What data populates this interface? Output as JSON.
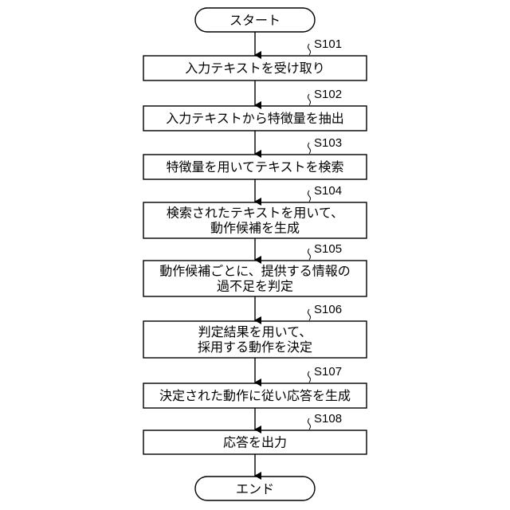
{
  "start": {
    "label": "スタート"
  },
  "end": {
    "label": "エンド"
  },
  "steps": [
    {
      "id": "S101",
      "lines": [
        "入力テキストを受け取り"
      ]
    },
    {
      "id": "S102",
      "lines": [
        "入力テキストから特徴量を抽出"
      ]
    },
    {
      "id": "S103",
      "lines": [
        "特徴量を用いてテキストを検索"
      ]
    },
    {
      "id": "S104",
      "lines": [
        "検索されたテキストを用いて、",
        "動作候補を生成"
      ]
    },
    {
      "id": "S105",
      "lines": [
        "動作候補ごとに、提供する情報の",
        "過不足を判定"
      ]
    },
    {
      "id": "S106",
      "lines": [
        "判定結果を用いて、",
        "採用する動作を決定"
      ]
    },
    {
      "id": "S107",
      "lines": [
        "決定された動作に従い応答を生成"
      ]
    },
    {
      "id": "S108",
      "lines": [
        "応答を出力"
      ]
    }
  ]
}
